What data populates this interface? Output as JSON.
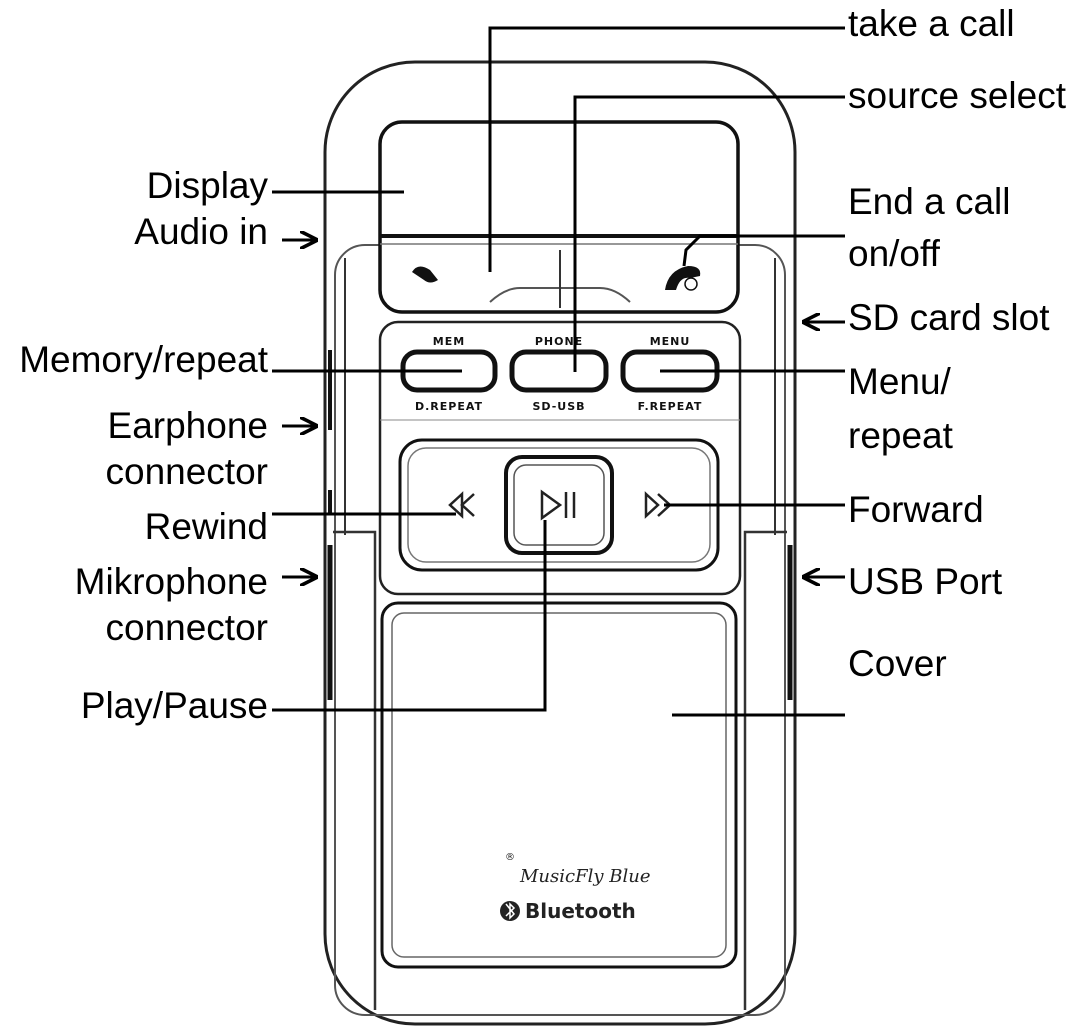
{
  "labels": {
    "take_a_call": "take a call",
    "source_select": "source select",
    "display": "Display",
    "audio_in": "Audio  in",
    "end_a_call": "End a call",
    "on_off": "on/off",
    "sd_card_slot": "SD card slot",
    "memory_repeat": "Memory/repeat",
    "menu_repeat_1": "Menu/",
    "menu_repeat_2": "repeat",
    "earphone_1": "Earphone",
    "earphone_2": "connector",
    "rewind": "Rewind",
    "forward": "Forward",
    "mikrophone_1": "Mikrophone",
    "mikrophone_2": "connector",
    "usb_port": "USB Port",
    "cover": "Cover",
    "play_pause": "Play/Pause"
  },
  "device": {
    "btn_mem_top": "MEM",
    "btn_mem_bottom": "D.REPEAT",
    "btn_phone_top": "PHONE",
    "btn_phone_bottom": "SD-USB",
    "btn_menu_top": "MENU",
    "btn_menu_bottom": "F.REPEAT",
    "brand": "MusicFly  Blue",
    "bluetooth": "Bluetooth"
  }
}
